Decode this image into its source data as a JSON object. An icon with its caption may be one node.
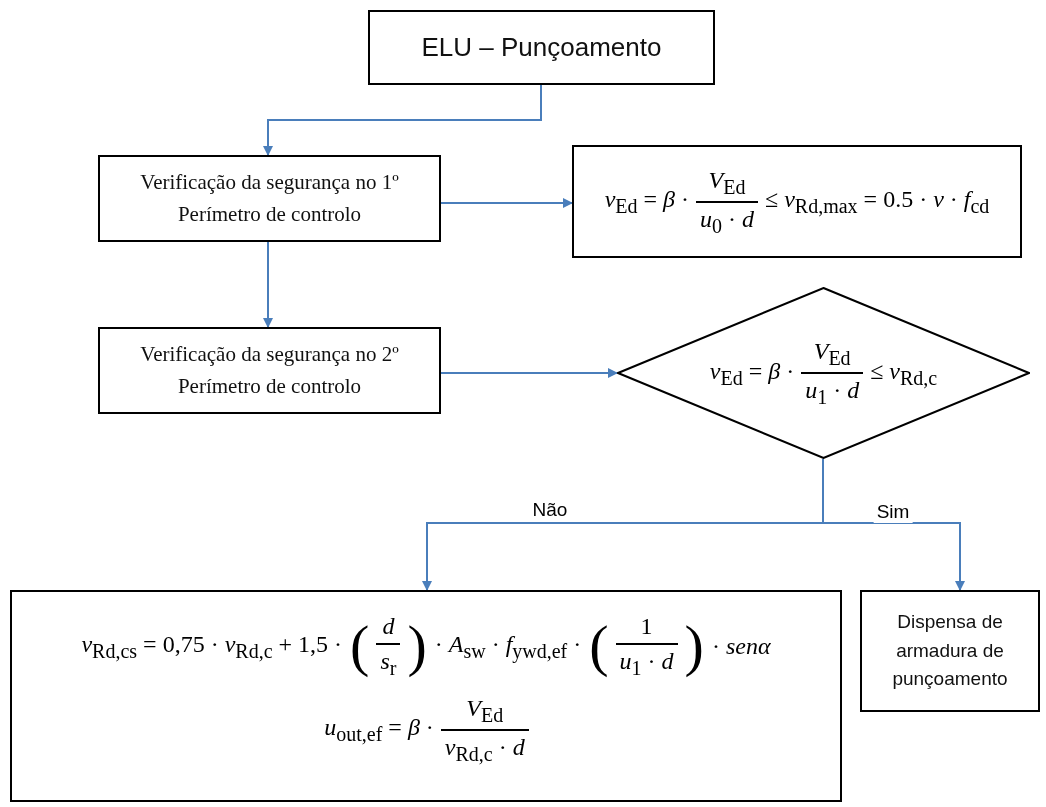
{
  "diagram": {
    "nodes": [
      {
        "text": [
          "ELU – Punçoamento"
        ]
      },
      {
        "text": [
          "Verificação da segurança no 1º Perímetro de controlo"
        ]
      },
      {
        "text": [
          "*ν*$_{Ed}$ = *β* ·",
          "*V*$_{Ed}$",
          "*u*$_{0}$ · *d*",
          "≤ *ν*$_{Rd,max}$ = 0.5 · *ν* · *f*$_{cd}$"
        ]
      },
      {
        "text": [
          "Verificação da segurança no 2º Perímetro de controlo"
        ]
      },
      {
        "text": [
          "*ν*$_{Ed}$ = *β* ·",
          "*V*$_{Ed}$",
          "*u*$_{1}$ · *d*",
          "≤ *ν*$_{Rd,c}$"
        ]
      },
      {
        "text": [
          "*ν*$_{Rd,cs}$ = 0,75 · *ν*$_{Rd,c}$ + 1,5 ·",
          "(",
          "*d*",
          "*s*$_{r}$",
          ")",
          "· *A*$_{sw}$ · *f*$_{ywd,ef}$ ·",
          "(",
          "1",
          "*u*$_{1}$ · *d*",
          ")",
          "· *senα*",
          "*u*$_{out,ef}$ = *β* ·",
          "*V*$_{Ed}$",
          "*ν*$_{Rd,c}$ · *d*"
        ]
      },
      {
        "text": [
          "Dispensa de armadura de punçoamento"
        ]
      }
    ],
    "edges": [
      {
        "from": 0,
        "to": 1,
        "arrow": "to"
      },
      {
        "from": 1,
        "to": 2,
        "arrow": "to"
      },
      {
        "from": 1,
        "to": 3,
        "arrow": "to"
      },
      {
        "from": 3,
        "to": 4,
        "arrow": "to"
      },
      {
        "from": 4,
        "to": 5,
        "arrow": "to",
        "label": "Não"
      },
      {
        "from": 4,
        "to": 6,
        "arrow": "to",
        "label": "Sim"
      }
    ]
  }
}
